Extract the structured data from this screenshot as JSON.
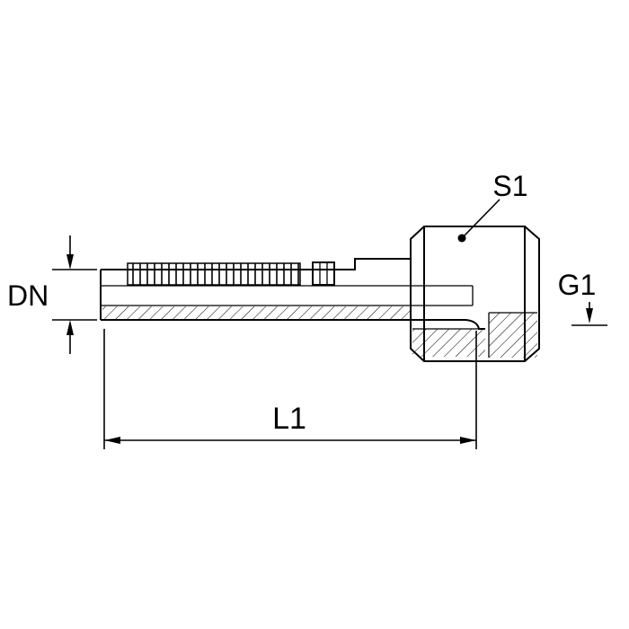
{
  "diagram": {
    "type": "technical-drawing",
    "subject": "hose-fitting-with-female-swivel-nut",
    "labels": {
      "dn": "DN",
      "s1": "S1",
      "g1": "G1",
      "l1": "L1"
    },
    "colors": {
      "line": "#000000",
      "background": "#ffffff"
    }
  }
}
